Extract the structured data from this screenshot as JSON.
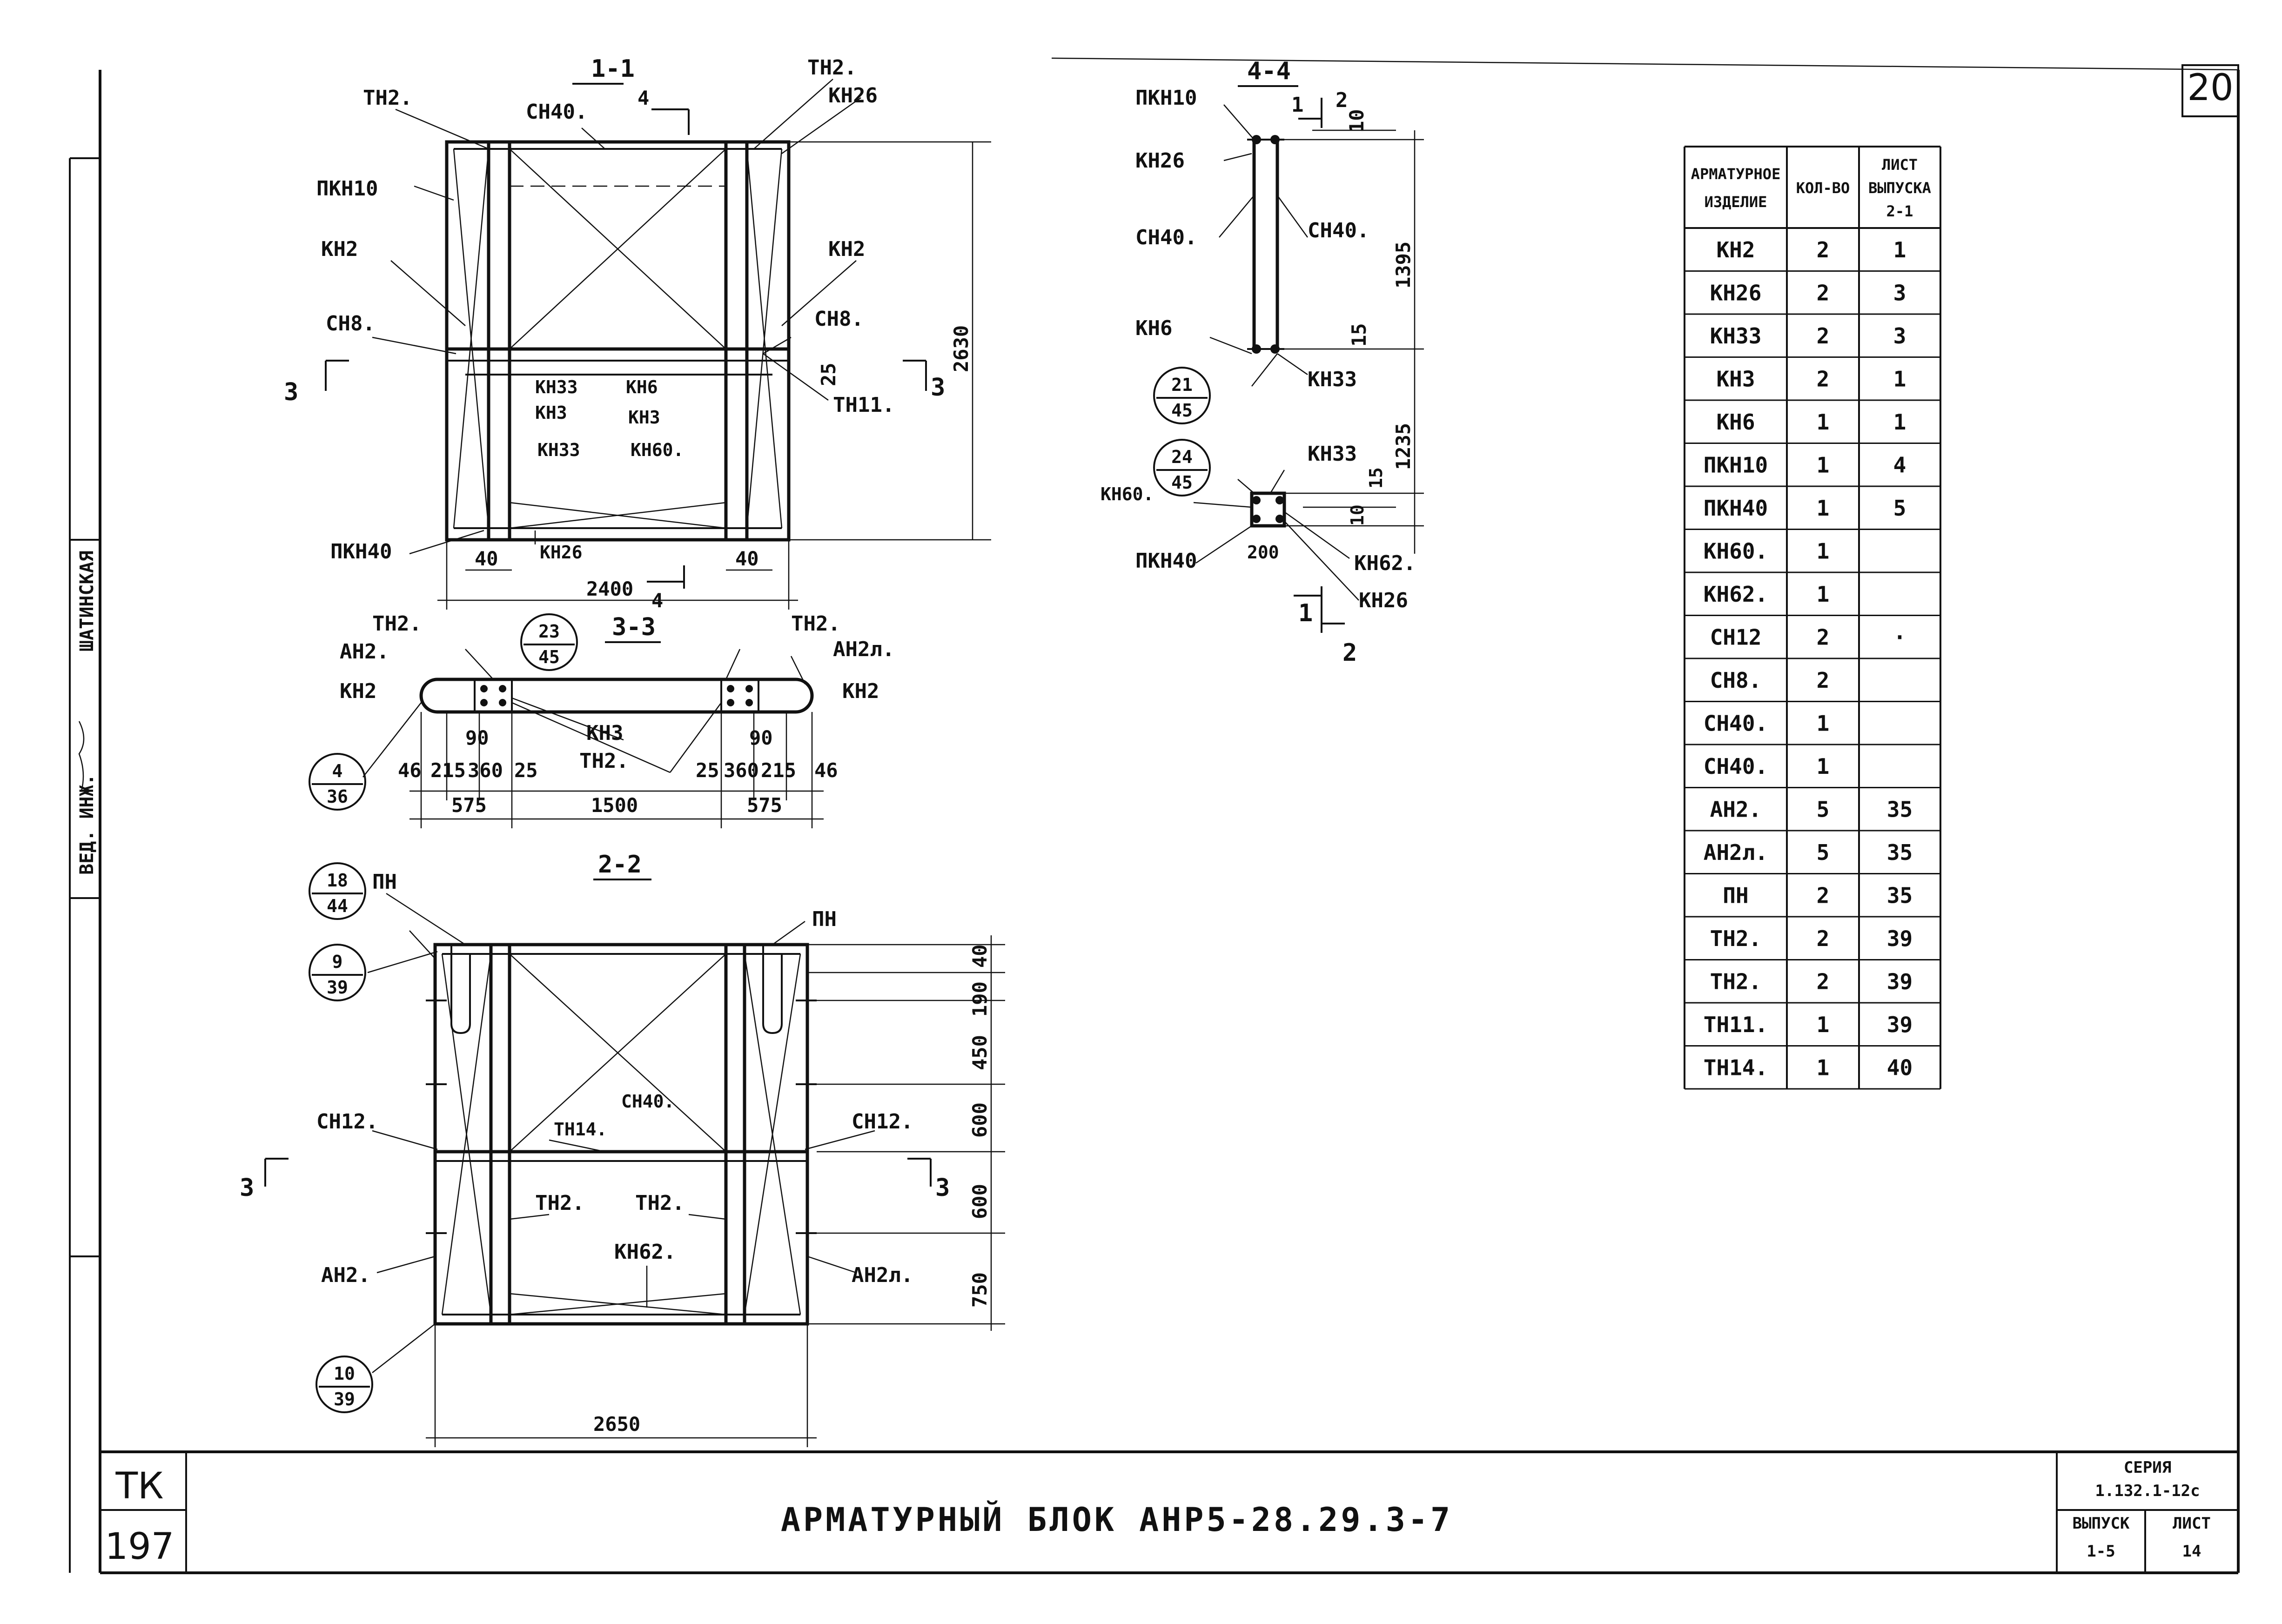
{
  "sheet": {
    "page_number": "20",
    "title": "АРМАТУРНЫЙ БЛОК АНР5-28.29.3-7",
    "corner_code": "ТК",
    "corner_number": "197",
    "series_label": "СЕРИЯ",
    "series_value": "1.132.1-12с",
    "issue_label": "ВЫПУСК",
    "issue_value": "1-5",
    "sheet_label": "ЛИСТ",
    "sheet_value": "14"
  },
  "side_stamp": {
    "role": "ВЕД. ИНЖ.",
    "name": "ШАТИНСКАЯ"
  },
  "section_1_1": {
    "title": "1-1",
    "labels": {
      "tn2_left": "ТН2.",
      "tn2_right": "ТН2.",
      "sn40": "СН40.",
      "kn26_top": "КН26",
      "pkn10": "ПКН10",
      "kn2_left": "КН2",
      "kn2_right": "КН2",
      "sn8_left": "СН8.",
      "sn8_right": "СН8.",
      "tn11": "ТН11.",
      "kn33_a": "КН33",
      "kn6": "КН6",
      "kn3_a": "КН3",
      "kn3_b": "КН3",
      "kn33_b": "КН33",
      "kn60": "КН60.",
      "pkn40": "ПКН40",
      "kn26_bot": "КН26"
    },
    "dims": {
      "height": "2630",
      "width": "2400",
      "side_left": "40",
      "side_right": "40",
      "gap": "25",
      "cut_mark": "4",
      "cut_mark_b": "4",
      "cut3_left": "3",
      "cut3_right": "3"
    }
  },
  "section_3_3": {
    "title": "3-3",
    "labels": {
      "tn2_left": "ТН2.",
      "tn2_right": "ТН2.",
      "an2": "АН2.",
      "an2l": "АН2л.",
      "kn2_left": "КН2",
      "kn2_right": "КН2",
      "kn3": "КН3",
      "tn2_mid": "ТН2."
    },
    "callouts": {
      "top_num": "23",
      "top_den": "45",
      "left_num": "4",
      "left_den": "36"
    },
    "dims": {
      "d90_left": "90",
      "d90_right": "90",
      "d46_left": "46",
      "d215_left": "215",
      "d360_left": "360",
      "d25_left": "25",
      "d25_right": "25",
      "d360_right": "360",
      "d215_right": "215",
      "d46_right": "46",
      "d575_left": "575",
      "d1500": "1500",
      "d575_right": "575"
    }
  },
  "section_2_2": {
    "title": "2-2",
    "labels": {
      "pn_left": "ПН",
      "pn_right": "ПН",
      "sn12_left": "СН12.",
      "sn12_right": "СН12.",
      "tn14": "ТН14.",
      "sn40": "СН40.",
      "tn2_a": "ТН2.",
      "tn2_b": "ТН2.",
      "kn62": "КН62.",
      "an2": "АН2.",
      "an2l": "АН2л."
    },
    "callouts": {
      "c1_num": "18",
      "c1_den": "44",
      "c2_num": "9",
      "c2_den": "39",
      "c3_num": "10",
      "c3_den": "39"
    },
    "dims": {
      "d40": "40",
      "d190": "190",
      "d450": "450",
      "d600_a": "600",
      "d600_b": "600",
      "d750": "750",
      "width": "2650",
      "cut3_left": "3",
      "cut3_right": "3"
    }
  },
  "section_4_4": {
    "title": "4-4",
    "labels": {
      "pkn10": "ПКН10",
      "kn26_top": "КН26",
      "sn40_left": "СН40.",
      "sn40_right": "СН40.",
      "kn6": "КН6",
      "kn33_a": "КН33",
      "kn33_b": "КН33",
      "kn60": "КН60.",
      "pkn40": "ПКН40",
      "kn62": "КН62.",
      "kn26_bot": "КН26"
    },
    "callouts": {
      "c1_num": "21",
      "c1_den": "45",
      "c2_num": "24",
      "c2_den": "45"
    },
    "dims": {
      "d10_top": "10",
      "d1395": "1395",
      "d15_a": "15",
      "d1235": "1235",
      "d15_b": "15",
      "d10_b": "10",
      "d200": "200",
      "cut1_top": "1",
      "cut2_top": "2",
      "cut1_bot": "1",
      "cut2_bot": "2"
    }
  },
  "spec_table": {
    "headers": [
      "АРМАТУРНОЕ ИЗДЕЛИЕ",
      "КОЛ-ВО",
      "ЛИСТ ВЫПУСКА 2-1"
    ],
    "rows": [
      [
        "КН2",
        "2",
        "1"
      ],
      [
        "КН26",
        "2",
        "3"
      ],
      [
        "КН33",
        "2",
        "3"
      ],
      [
        "КН3",
        "2",
        "1"
      ],
      [
        "КН6",
        "1",
        "1"
      ],
      [
        "ПКН10",
        "1",
        "4"
      ],
      [
        "ПКН40",
        "1",
        "5"
      ],
      [
        "КН60.",
        "1",
        ""
      ],
      [
        "КН62.",
        "1",
        ""
      ],
      [
        "СН12",
        "2",
        "·"
      ],
      [
        "СН8.",
        "2",
        ""
      ],
      [
        "СН40.",
        "1",
        ""
      ],
      [
        "СН40.",
        "1",
        ""
      ],
      [
        "АН2.",
        "5",
        "35"
      ],
      [
        "АН2л.",
        "5",
        "35"
      ],
      [
        "ПН",
        "2",
        "35"
      ],
      [
        "ТН2.",
        "2",
        "39"
      ],
      [
        "ТН2.",
        "2",
        "39"
      ],
      [
        "ТН11.",
        "1",
        "39"
      ],
      [
        "ТН14.",
        "1",
        "40"
      ]
    ]
  }
}
